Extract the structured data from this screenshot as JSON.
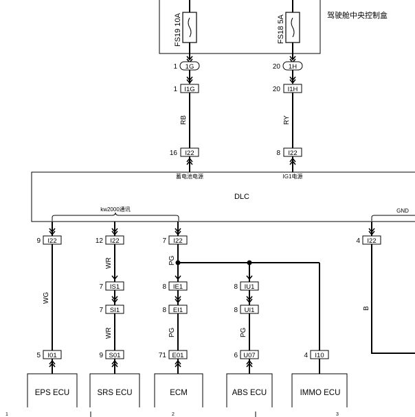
{
  "fuse_box": {
    "title": "驾驶舱中央控制盒",
    "fuses": [
      "FS19 10A",
      "FS18 5A"
    ]
  },
  "top_connectors": [
    {
      "pins": [
        "1",
        "1",
        "16"
      ],
      "connectors": [
        "1G",
        "I1G",
        "I22"
      ],
      "wire": "RB",
      "power_label": "蓄电池电源"
    },
    {
      "pins": [
        "20",
        "20",
        "8"
      ],
      "connectors": [
        "1H",
        "I1H",
        "I22"
      ],
      "wire": "RY",
      "power_label": "IG1电源"
    }
  ],
  "dlc": {
    "title": "DLC",
    "bus_label": "kw2000通讯",
    "gnd_label": "GND"
  },
  "branches": [
    {
      "dlc_pin": "9",
      "dlc_conn": "I22",
      "wire": "WG",
      "inline": [],
      "lower_wire": "",
      "end_pin": "5",
      "end_conn": "I01",
      "ecu": "EPS ECU"
    },
    {
      "dlc_pin": "12",
      "dlc_conn": "I22",
      "wire": "WR",
      "inline": [
        {
          "pin": "7",
          "conn": "IS1"
        },
        {
          "pin": "7",
          "conn": "SI1"
        }
      ],
      "lower_wire": "WR",
      "end_pin": "9",
      "end_conn": "S01",
      "ecu": "SRS ECU"
    },
    {
      "dlc_pin": "7",
      "dlc_conn": "I22",
      "wire": "PG",
      "inline": [
        {
          "pin": "8",
          "conn": "IE1"
        },
        {
          "pin": "8",
          "conn": "EI1"
        }
      ],
      "lower_wire": "PG",
      "end_pin": "71",
      "end_conn": "E01",
      "ecu": "ECM"
    },
    {
      "dlc_pin": "",
      "dlc_conn": "",
      "wire": "",
      "inline": [
        {
          "pin": "8",
          "conn": "IU1"
        },
        {
          "pin": "8",
          "conn": "UI1"
        }
      ],
      "lower_wire": "PG",
      "end_pin": "6",
      "end_conn": "U07",
      "ecu": "ABS ECU"
    },
    {
      "dlc_pin": "",
      "dlc_conn": "",
      "wire": "",
      "inline": [],
      "lower_wire": "",
      "end_pin": "4",
      "end_conn": "I10",
      "ecu": "IMMO ECU"
    }
  ],
  "ground": {
    "pin": "4",
    "conn": "I22",
    "wire": "B"
  },
  "grid_marks": [
    "1",
    "2",
    "3"
  ]
}
